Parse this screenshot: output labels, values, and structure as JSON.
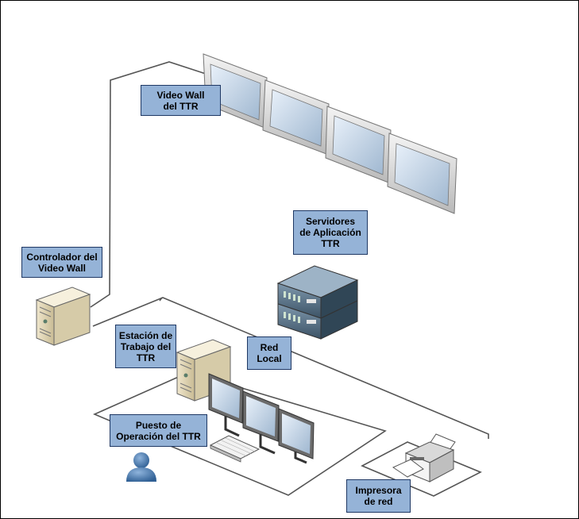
{
  "labels": {
    "video_wall": [
      "Video Wall",
      "del TTR"
    ],
    "servers": [
      "Servidores",
      "de Aplicación",
      "TTR"
    ],
    "controller": [
      "Controlador del",
      "Video Wall"
    ],
    "workstation": [
      "Estación de",
      "Trabajo del",
      "TTR"
    ],
    "lan": [
      "Red",
      "Local"
    ],
    "operator_post": [
      "Puesto de",
      "Operación del TTR"
    ],
    "printer": [
      "Impresora",
      "de red"
    ]
  },
  "colors": {
    "label_fill": "#95b3d7",
    "label_border": "#1f3864",
    "line": "#555555"
  }
}
